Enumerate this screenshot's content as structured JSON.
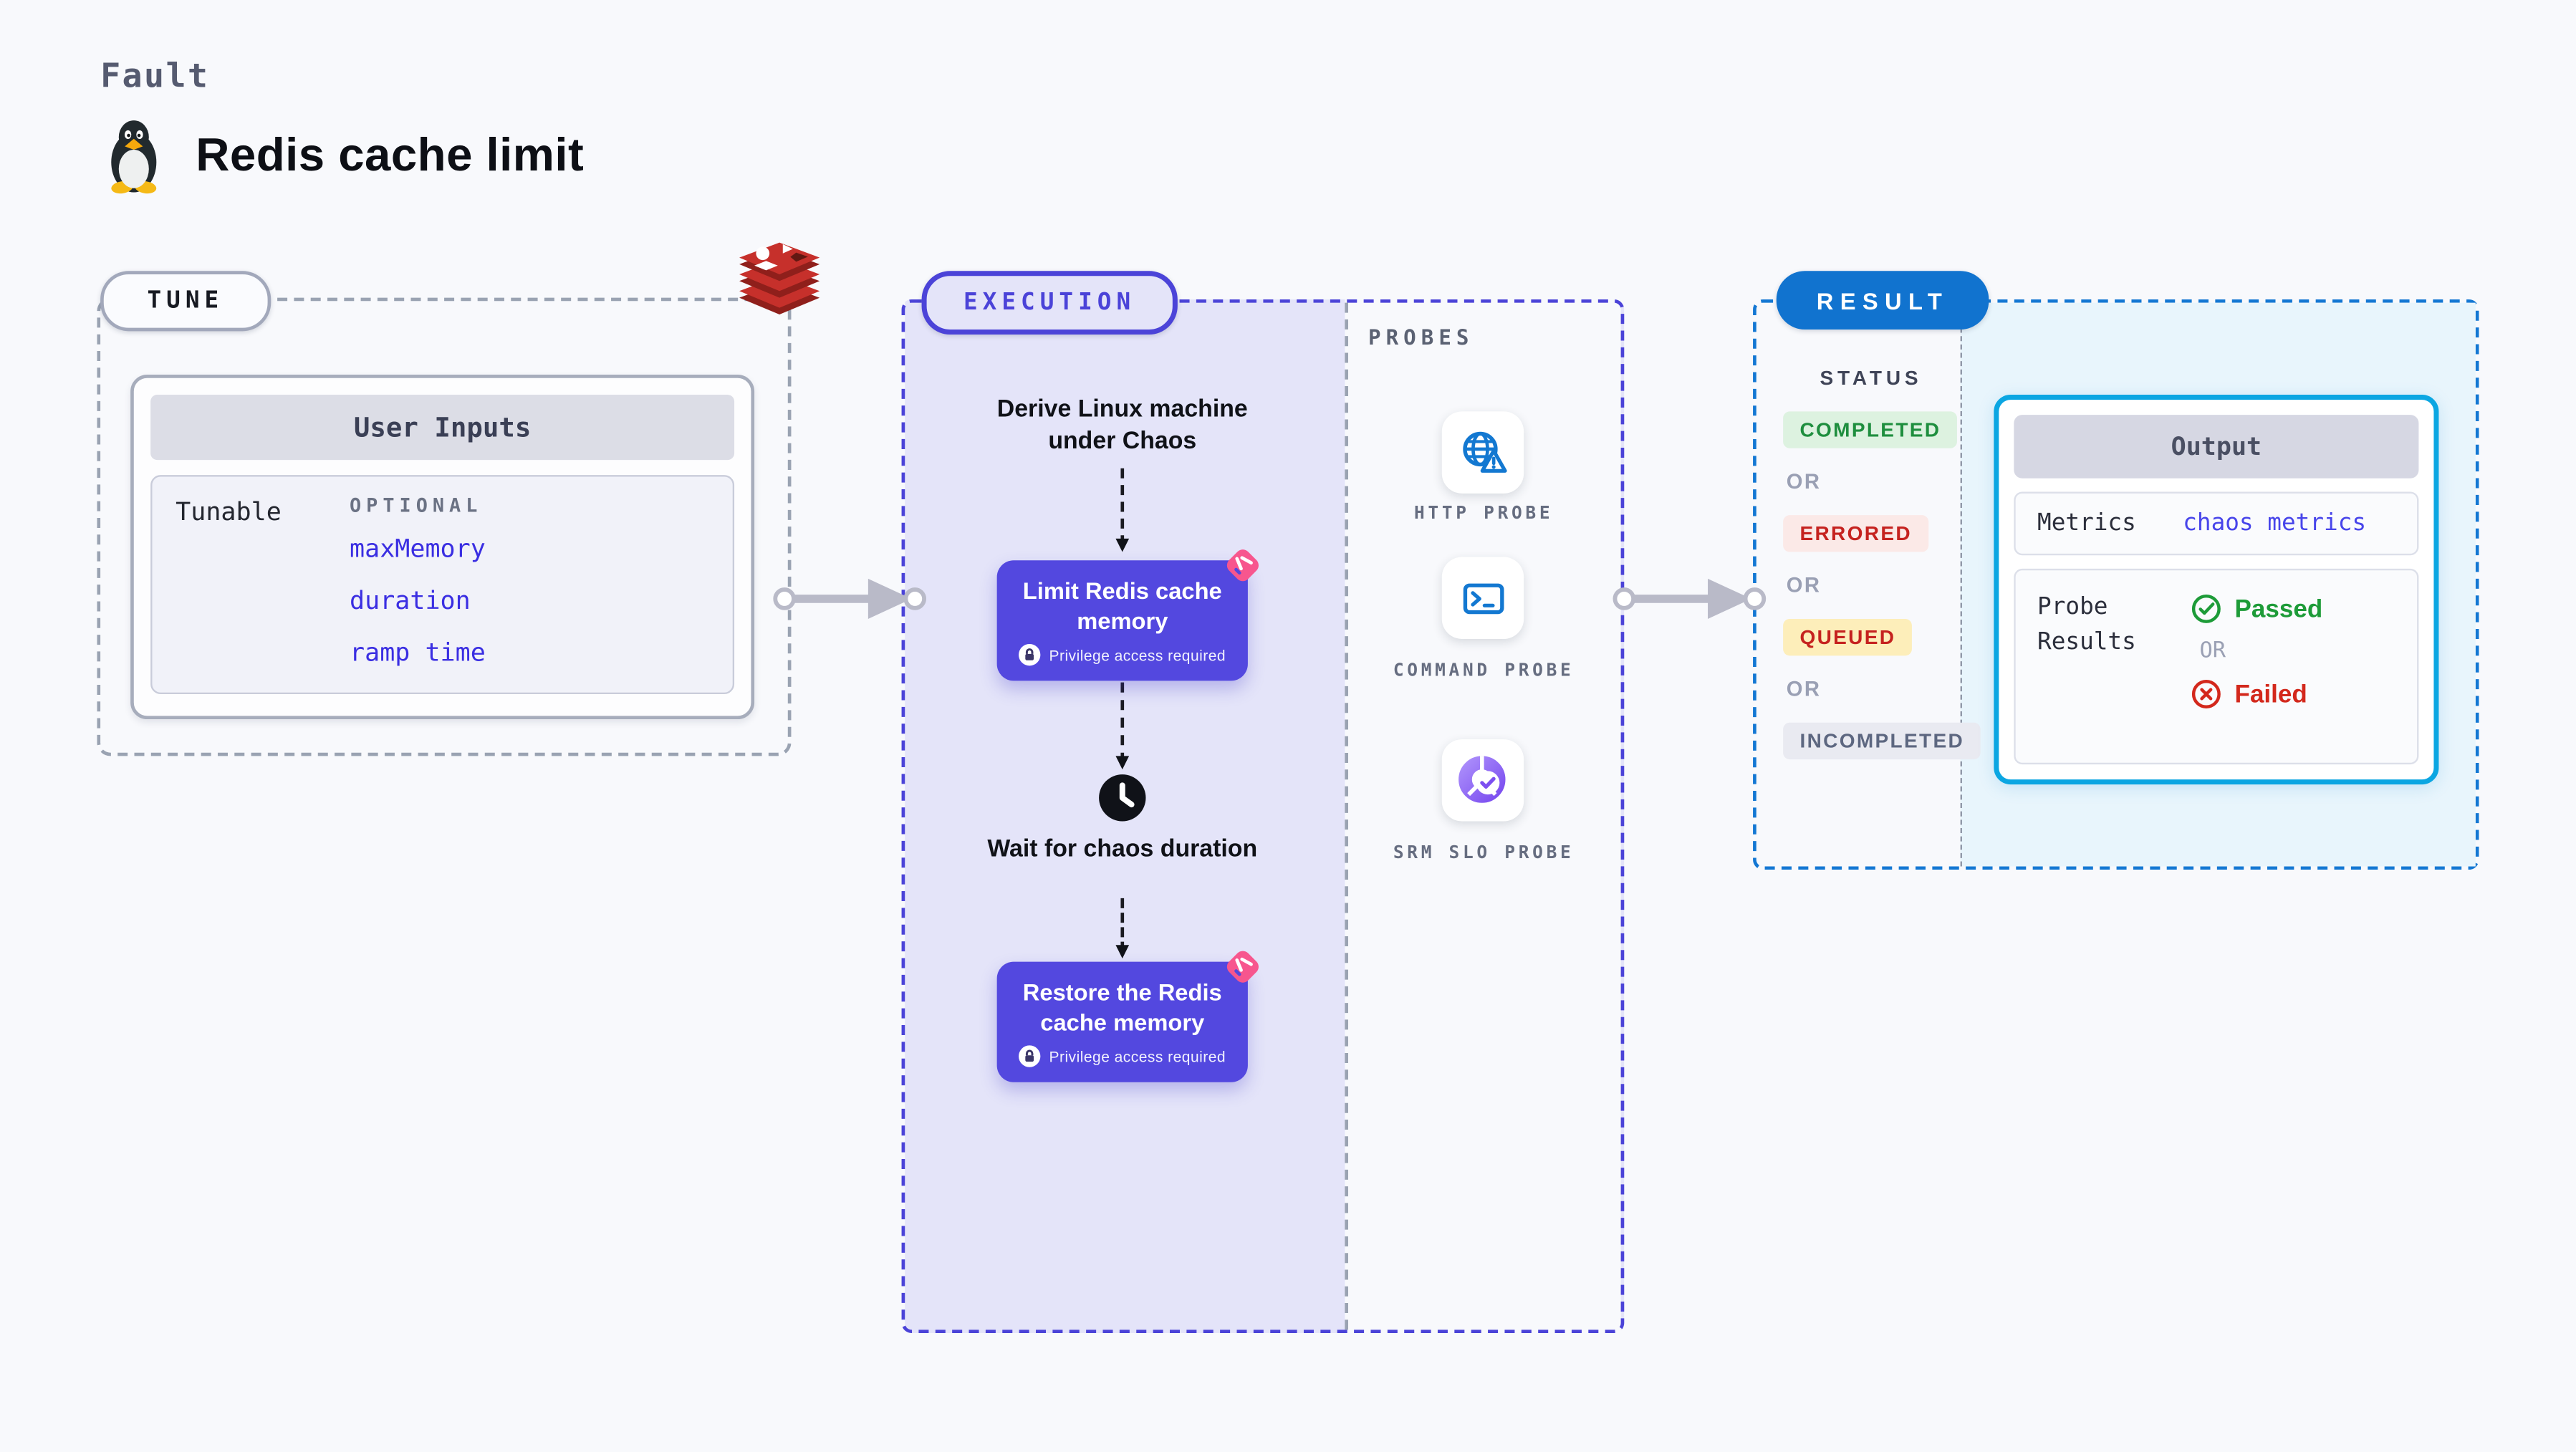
{
  "header": {
    "eyebrow": "Fault",
    "title": "Redis cache limit",
    "platform_icon": "linux-tux-icon"
  },
  "tune": {
    "badge": "TUNE",
    "tech_icon": "redis-icon",
    "card_title": "User Inputs",
    "row_label": "Tunable",
    "optional_label": "OPTIONAL",
    "params": [
      "maxMemory",
      "duration",
      "ramp time"
    ]
  },
  "execution": {
    "badge": "EXECUTION",
    "step_derive": "Derive Linux machine under Chaos",
    "node_limit": {
      "title": "Limit Redis cache memory",
      "note": "Privilege access required"
    },
    "step_wait": "Wait for chaos duration",
    "node_restore": {
      "title": "Restore the Redis cache memory",
      "note": "Privilege access required"
    }
  },
  "probes": {
    "title": "PROBES",
    "items": [
      {
        "label": "HTTP PROBE",
        "icon": "globe-alert-icon"
      },
      {
        "label": "COMMAND PROBE",
        "icon": "terminal-icon"
      },
      {
        "label": "SRM SLO PROBE",
        "icon": "slo-donut-check-icon"
      }
    ]
  },
  "result": {
    "badge": "RESULT",
    "status_title": "STATUS",
    "or_label": "OR",
    "statuses": [
      {
        "label": "COMPLETED",
        "style": "color:#1e8e3e;background:#ddf2e0"
      },
      {
        "label": "ERRORED",
        "style": "color:#c5221f;background:#fbe9e7"
      },
      {
        "label": "QUEUED",
        "style": "color:#c5221f;background:#fdeeba"
      },
      {
        "label": "INCOMPLETED",
        "style": "color:#5d6780;background:#e9eaf1"
      }
    ],
    "output": {
      "title": "Output",
      "metrics_label": "Metrics",
      "metrics_value": "chaos metrics",
      "probe_results_label": "Probe Results",
      "passed": "Passed",
      "or_label": "OR",
      "failed": "Failed"
    }
  },
  "colors": {
    "page_bg": "#f8f9fc",
    "indigo_accent": "#4b43d8",
    "node_indigo": "#5348df",
    "lavender_panel": "#e4e4f9",
    "result_blue": "#1173cf",
    "output_border_cyan": "#0ba6e2",
    "output_panel_bg": "#e8f5fc",
    "probe_icon_blue": "#1378d1",
    "slo_purple": "#7c4ff0",
    "redis_red": "#c6302b",
    "chaos_pink": "#f7568e",
    "passed_green": "#1d9b38",
    "failed_red": "#d3281c",
    "param_blue": "#3a2ee2"
  }
}
